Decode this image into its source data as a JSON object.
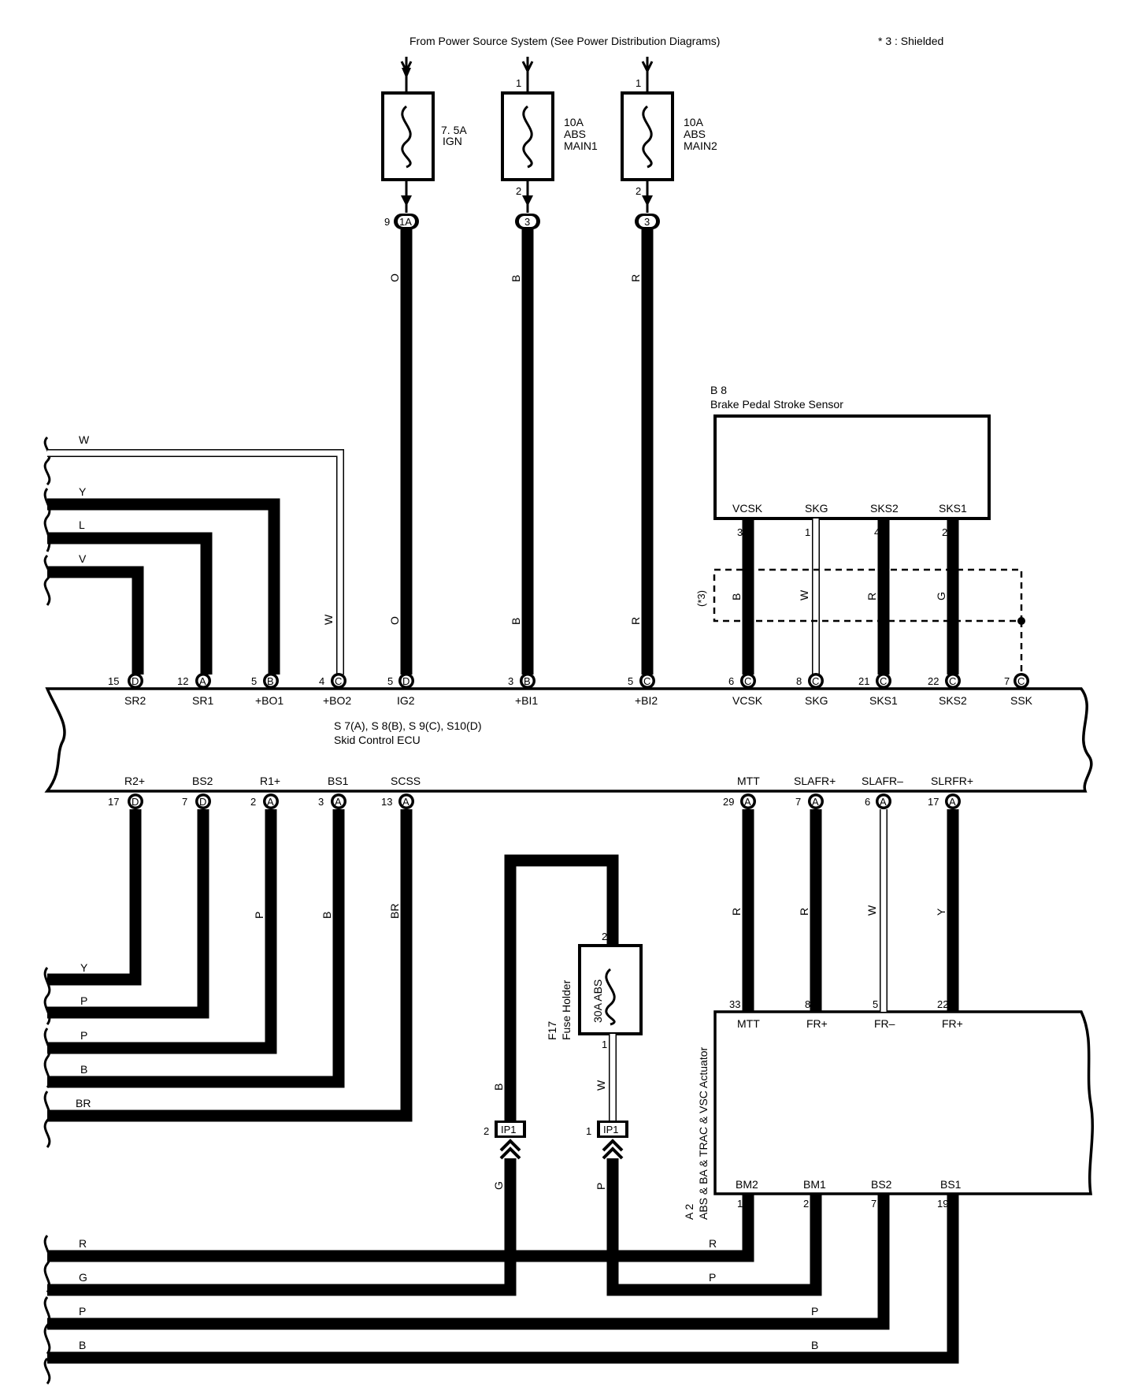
{
  "header": {
    "source_note": "From Power Source System (See Power Distribution Diagrams)",
    "shield_note": "* 3 : Shielded"
  },
  "fuses": [
    {
      "line1": "7. 5A",
      "line2": "IGN",
      "line3": "",
      "pin_in": "",
      "pin_out": "",
      "conn_pin": "9",
      "conn": "1A",
      "wire": "O"
    },
    {
      "line1": "10A",
      "line2": "ABS",
      "line3": "MAIN1",
      "pin_in": "1",
      "pin_out": "2",
      "conn_pin": "",
      "conn": "3",
      "wire": "B"
    },
    {
      "line1": "10A",
      "line2": "ABS",
      "line3": "MAIN2",
      "pin_in": "1",
      "pin_out": "2",
      "conn_pin": "",
      "conn": "3",
      "wire": "R"
    }
  ],
  "sensor": {
    "code": "B 8",
    "name": "Brake Pedal Stroke Sensor",
    "terminals": [
      {
        "label": "VCSK",
        "pin": "3",
        "wire": "B"
      },
      {
        "label": "SKG",
        "pin": "1",
        "wire": "W"
      },
      {
        "label": "SKS2",
        "pin": "4",
        "wire": "R"
      },
      {
        "label": "SKS1",
        "pin": "2",
        "wire": "G"
      }
    ],
    "shield_tag": "(*3)"
  },
  "ecu": {
    "codes": "S 7(A), S 8(B), S 9(C), S10(D)",
    "name": "Skid Control ECU",
    "top_terminals": [
      {
        "label": "SR2",
        "pin": "15",
        "conn": "D"
      },
      {
        "label": "SR1",
        "pin": "12",
        "conn": "A"
      },
      {
        "label": "+BO1",
        "pin": "5",
        "conn": "B"
      },
      {
        "label": "+BO2",
        "pin": "4",
        "conn": "C"
      },
      {
        "label": "IG2",
        "pin": "5",
        "conn": "D"
      },
      {
        "label": "+BI1",
        "pin": "3",
        "conn": "B"
      },
      {
        "label": "+BI2",
        "pin": "5",
        "conn": "C"
      },
      {
        "label": "VCSK",
        "pin": "6",
        "conn": "C"
      },
      {
        "label": "SKG",
        "pin": "8",
        "conn": "C"
      },
      {
        "label": "SKS1",
        "pin": "21",
        "conn": "C"
      },
      {
        "label": "SKS2",
        "pin": "22",
        "conn": "C"
      },
      {
        "label": "SSK",
        "pin": "7",
        "conn": "C"
      }
    ],
    "bottom_terminals": [
      {
        "label": "R2+",
        "pin": "17",
        "conn": "D"
      },
      {
        "label": "BS2",
        "pin": "7",
        "conn": "D"
      },
      {
        "label": "R1+",
        "pin": "2",
        "conn": "A"
      },
      {
        "label": "BS1",
        "pin": "3",
        "conn": "A"
      },
      {
        "label": "SCSS",
        "pin": "13",
        "conn": "A"
      },
      {
        "label": "MTT",
        "pin": "29",
        "conn": "A"
      },
      {
        "label": "SLAFR+",
        "pin": "7",
        "conn": "A"
      },
      {
        "label": "SLAFR–",
        "pin": "6",
        "conn": "A"
      },
      {
        "label": "SLRFR+",
        "pin": "17",
        "conn": "A"
      }
    ]
  },
  "left_wires_top": [
    "W",
    "Y",
    "L",
    "V"
  ],
  "wire_colors_top_mid": [
    "W",
    "O",
    "B",
    "R"
  ],
  "left_wires_bottom": [
    "Y",
    "P",
    "P",
    "B",
    "BR"
  ],
  "bottom_wire_colors": [
    "P",
    "B",
    "BR"
  ],
  "fuse_holder": {
    "code": "F17",
    "name": "Fuse Holder",
    "rating": "30A ABS",
    "pin_top": "2",
    "pin_bottom": "1",
    "wire_top": "B",
    "wire_bottom": "W"
  },
  "ip1": [
    {
      "pin": "2",
      "name": "IP1",
      "wire_below": "G"
    },
    {
      "pin": "1",
      "name": "IP1",
      "wire_below": "P"
    }
  ],
  "actuator": {
    "code": "A 2",
    "name": "ABS & BA & TRAC & VSC Actuator",
    "top_terminals": [
      {
        "label": "MTT",
        "pin": "33",
        "wire": "R"
      },
      {
        "label": "FR+",
        "pin": "8",
        "wire": "R"
      },
      {
        "label": "FR–",
        "pin": "5",
        "wire": "W"
      },
      {
        "label": "FR+",
        "pin": "22",
        "wire": "Y"
      }
    ],
    "bottom_terminals": [
      {
        "label": "BM2",
        "pin": "1"
      },
      {
        "label": "BM1",
        "pin": "2"
      },
      {
        "label": "BS2",
        "pin": "7"
      },
      {
        "label": "BS1",
        "pin": "19"
      }
    ]
  },
  "bottom_bus": [
    {
      "left": "R",
      "right": "R"
    },
    {
      "left": "G",
      "right": "P"
    },
    {
      "left": "P",
      "right": "P"
    },
    {
      "left": "B",
      "right": "B"
    }
  ]
}
